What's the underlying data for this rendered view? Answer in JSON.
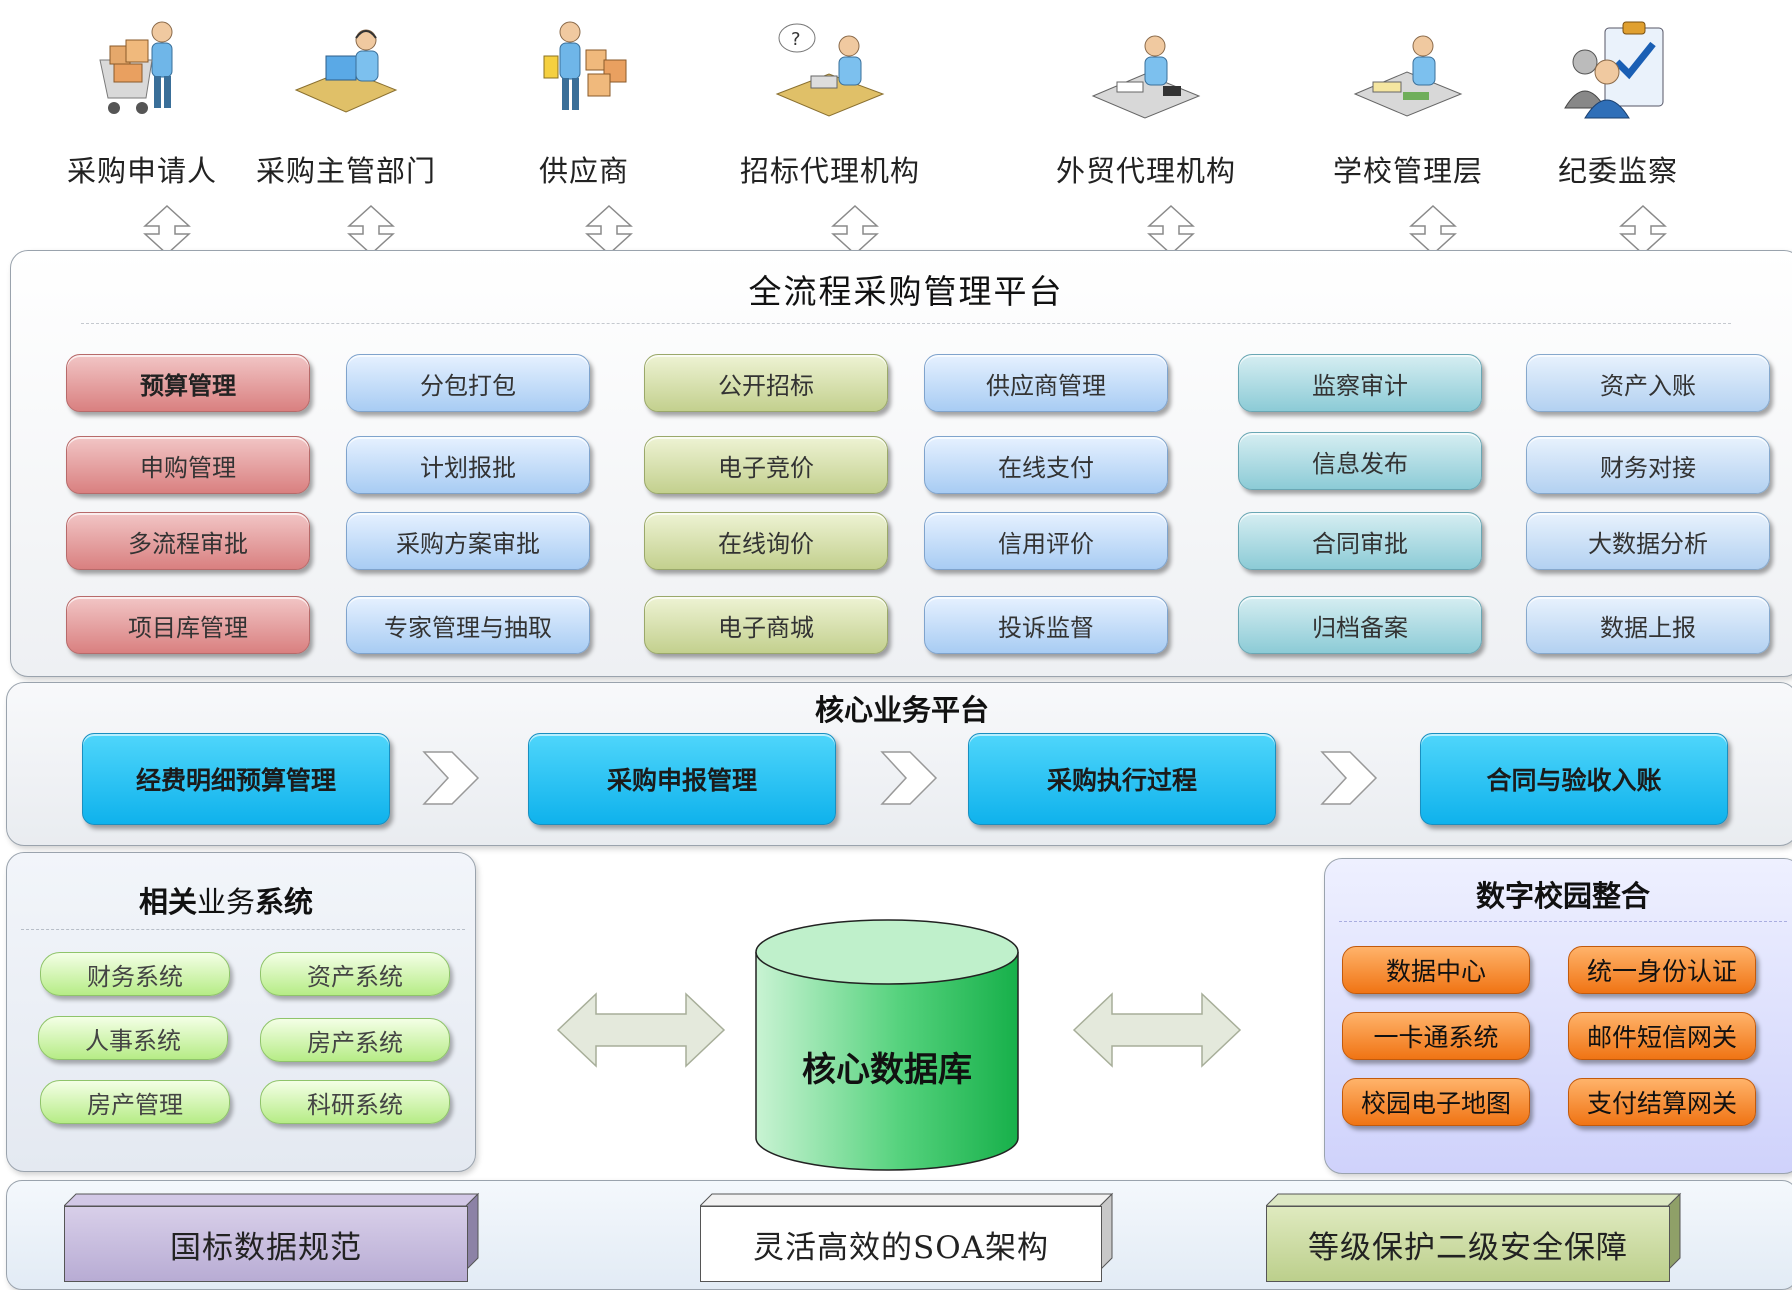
{
  "actors": [
    {
      "label": "采购申请人",
      "icon": "shopping-cart-person-icon"
    },
    {
      "label": "采购主管部门",
      "icon": "desk-headset-operator-icon"
    },
    {
      "label": "供应商",
      "icon": "supplier-boxes-person-icon"
    },
    {
      "label": "招标代理机构",
      "icon": "agent-question-desk-icon"
    },
    {
      "label": "外贸代理机构",
      "icon": "trade-agent-desk-icon"
    },
    {
      "label": "学校管理层",
      "icon": "school-management-desk-icon"
    },
    {
      "label": "纪委监察",
      "icon": "checklist-supervision-icon"
    }
  ],
  "platform": {
    "title": "全流程采购管理平台",
    "columns": [
      {
        "color": "red",
        "items": [
          "预算管理",
          "申购管理",
          "多流程审批",
          "项目库管理"
        ]
      },
      {
        "color": "blue",
        "items": [
          "分包打包",
          "计划报批",
          "采购方案审批",
          "专家管理与抽取"
        ]
      },
      {
        "color": "olive",
        "items": [
          "公开招标",
          "电子竞价",
          "在线询价",
          "电子商城"
        ]
      },
      {
        "color": "blue",
        "items": [
          "供应商管理",
          "在线支付",
          "信用评价",
          "投诉监督"
        ]
      },
      {
        "color": "teal",
        "items": [
          "监察审计",
          "信息发布",
          "合同审批",
          "归档备案"
        ]
      },
      {
        "color": "sky",
        "items": [
          "资产入账",
          "财务对接",
          "大数据分析",
          "数据上报"
        ]
      }
    ]
  },
  "core": {
    "title": "核心业务平台",
    "steps": [
      "经费明细预算管理",
      "采购申报管理",
      "采购执行过程",
      "合同与验收入账"
    ]
  },
  "related": {
    "title_bold_1": "相关",
    "title_normal": "业务",
    "title_bold_2": "系统",
    "items": [
      "财务系统",
      "资产系统",
      "人事系统",
      "房产系统",
      "房产管理",
      "科研系统"
    ]
  },
  "database": {
    "label": "核心数据库"
  },
  "campus": {
    "title": "数字校园整合",
    "items": [
      "数据中心",
      "统一身份认证",
      "一卡通系统",
      "邮件短信网关",
      "校园电子地图",
      "支付结算网关"
    ]
  },
  "foundation": [
    "国标数据规范",
    "灵活高效的SOA架构",
    "等级保护二级安全保障"
  ],
  "colors": {
    "module_red": "#d98080",
    "module_blue": "#a8ccf3",
    "module_olive": "#c3d08e",
    "module_teal": "#8ccbd6",
    "flow_cyan": "#0fb2ec",
    "pill_green": "#b6ec86",
    "pill_orange": "#f07414",
    "db_green": "#27c35a"
  }
}
